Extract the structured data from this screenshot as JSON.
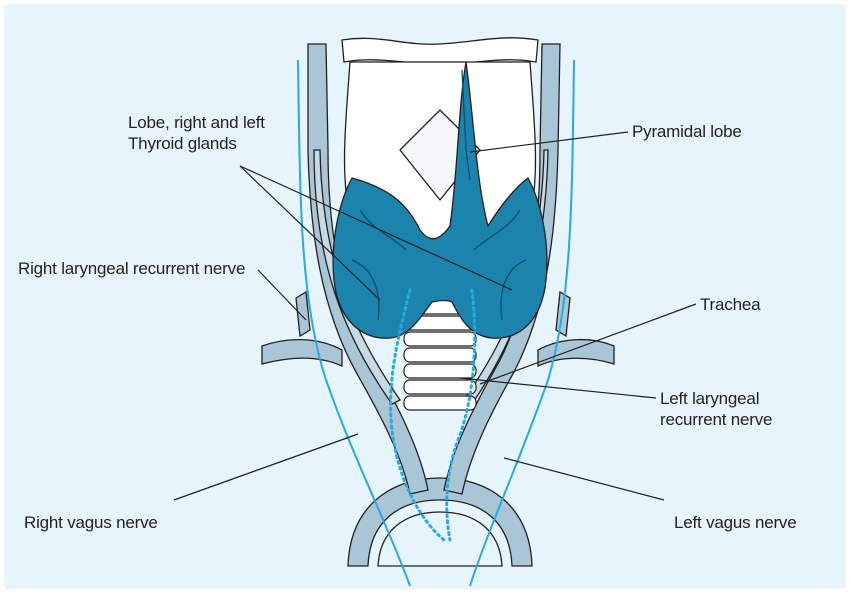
{
  "colors": {
    "background": "#e6f4fb",
    "thyroid": "#1a84ad",
    "vessel": "#a9c6d6",
    "nerve": "#29a9e0",
    "cartilage": "#ffffff",
    "outline": "#231f20"
  },
  "labels": {
    "lobe_line1": "Lobe, right and left",
    "lobe_line2": "Thyroid glands",
    "pyramidal_lobe": "Pyramidal lobe",
    "right_laryngeal_recurrent_nerve": "Right laryngeal recurrent nerve",
    "trachea": "Trachea",
    "left_laryngeal_line1": "Left laryngeal",
    "left_laryngeal_line2": "recurrent nerve",
    "right_vagus_nerve": "Right vagus nerve",
    "left_vagus_nerve": "Left vagus nerve"
  }
}
